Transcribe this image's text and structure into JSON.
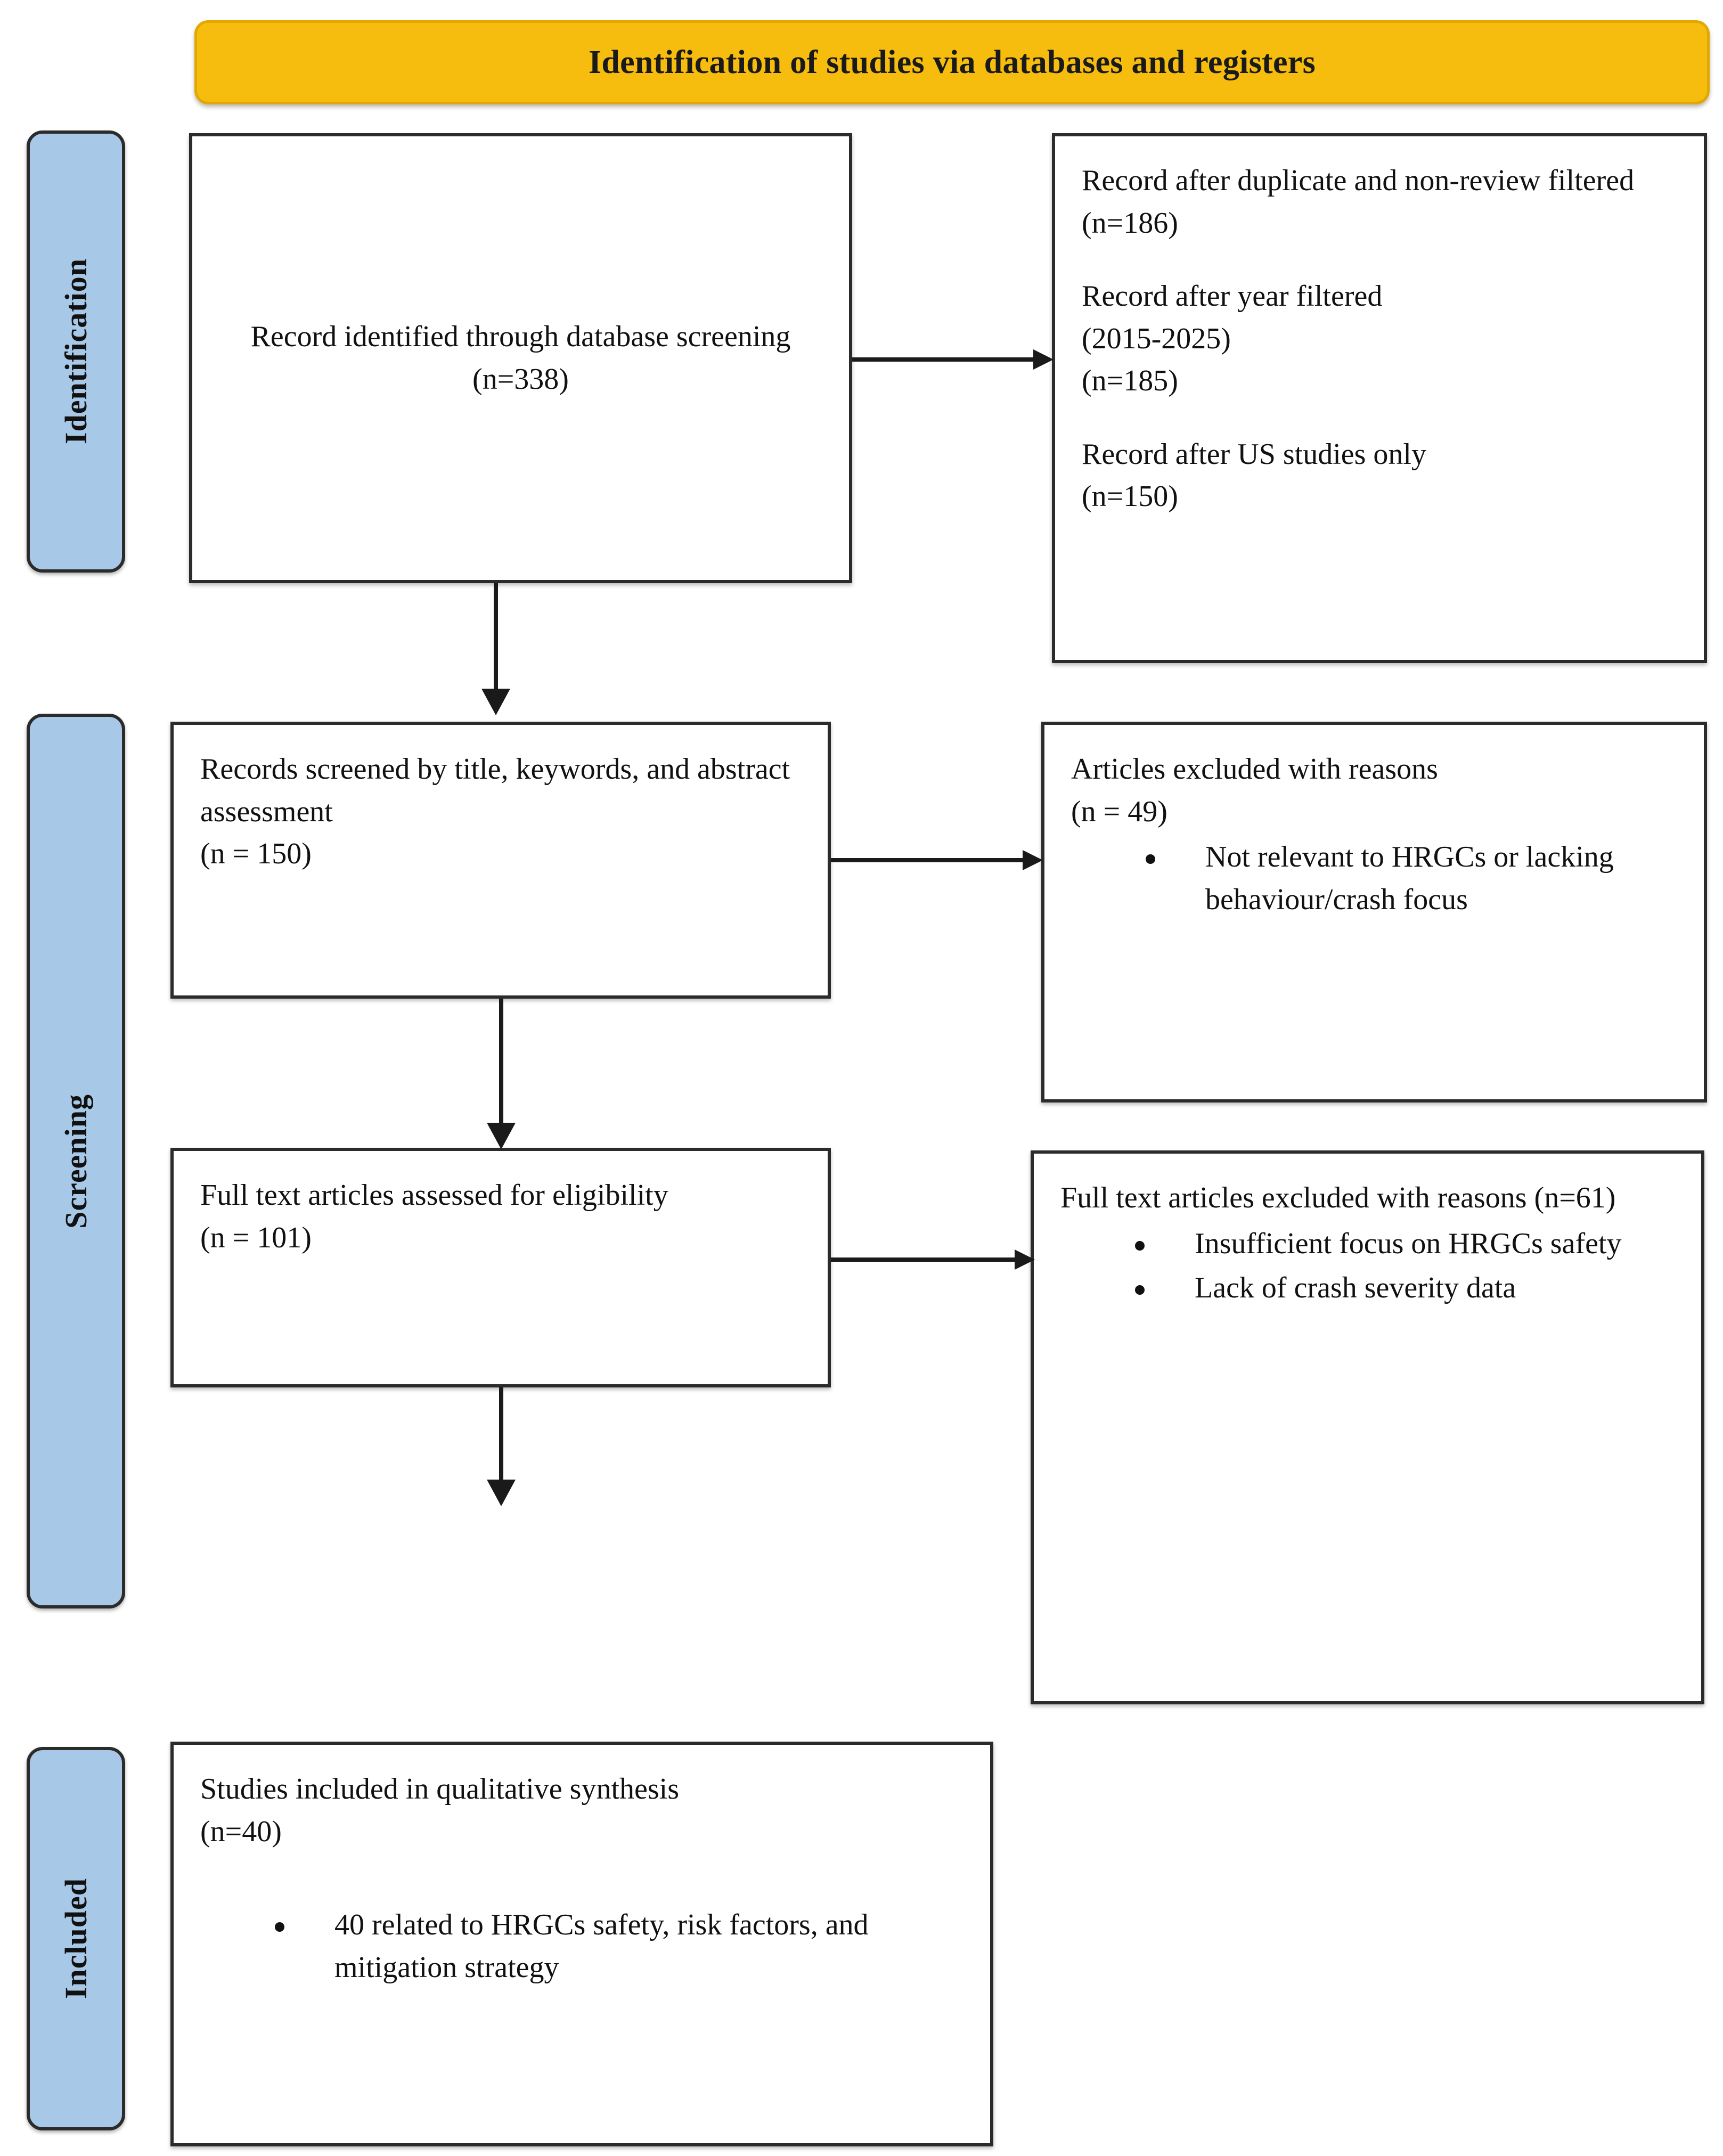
{
  "banner": {
    "title": "Identification of studies via databases and registers"
  },
  "stages": [
    {
      "id": "identification",
      "label": "Identification"
    },
    {
      "id": "screening",
      "label": "Screening"
    },
    {
      "id": "included",
      "label": "Included"
    }
  ],
  "boxes": {
    "identified": {
      "text": "Record identified through database screening (n=338)"
    },
    "filters": {
      "line1": "Record after duplicate and non-review filtered (n=186)",
      "line2": "Record after year filtered",
      "line3": "(2015-2025)",
      "line4": "(n=185)",
      "line5": "Record after US studies only",
      "line6": "(n=150)"
    },
    "screened": {
      "line1": "Records screened by title, keywords, and abstract assessment",
      "line2": "(n = 150)"
    },
    "excluded_screen": {
      "line1": "Articles excluded with reasons",
      "line2": "(n = 49)",
      "bullets": [
        "Not relevant to HRGCs or lacking behaviour/crash focus"
      ]
    },
    "fulltext": {
      "line1": "Full text articles assessed for eligibility",
      "line2": "(n = 101)"
    },
    "excluded_full": {
      "line1": "Full text articles excluded with reasons (n=61)",
      "bullets": [
        "Insufficient focus on HRGCs safety",
        "Lack of crash severity data"
      ]
    },
    "included": {
      "line1": "Studies included in qualitative synthesis",
      "line2": "(n=40)",
      "bullets": [
        "40 related to HRGCs safety, risk factors, and mitigation strategy"
      ]
    }
  },
  "colors": {
    "banner_fill": "#F6BD0F",
    "banner_border": "#E2A800",
    "stage_fill": "#A8C8E8",
    "box_border": "#2B2B2B",
    "arrow": "#1A1A1A",
    "page_background": "#FFFFFF"
  },
  "connectors": [
    {
      "id": "identified-to-filters",
      "direction": "right"
    },
    {
      "id": "identified-to-screened",
      "direction": "down"
    },
    {
      "id": "screened-to-excluded-screen",
      "direction": "right"
    },
    {
      "id": "screened-to-fulltext",
      "direction": "down"
    },
    {
      "id": "fulltext-to-excluded-full",
      "direction": "right"
    },
    {
      "id": "fulltext-to-included",
      "direction": "down"
    }
  ]
}
